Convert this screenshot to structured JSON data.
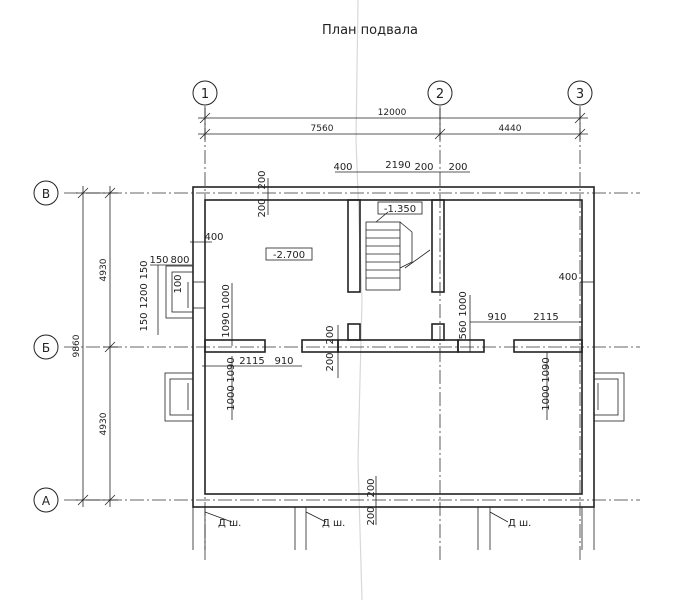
{
  "title": "План подвала",
  "axes": {
    "vertical": [
      "1",
      "2",
      "3"
    ],
    "horizontal": [
      "В",
      "Б",
      "А"
    ]
  },
  "dims": {
    "top_total": "12000",
    "top_left": "7560",
    "top_right": "4440",
    "left_total": "9860",
    "left_upper": "4930",
    "left_lower": "4930",
    "opening_top_400": "400",
    "opening_top_2190": "2190",
    "opening_top_200a": "200",
    "opening_top_200b": "200",
    "wall_200_top": "200",
    "wall_200_top2": "200",
    "win_400": "400",
    "win_150a": "150",
    "win_800": "800",
    "win_100": "100",
    "win_150b": "150",
    "win_1200": "1200",
    "win_150c": "150",
    "win_1090": "1090",
    "win_1000": "1000",
    "partition_200a": "200",
    "partition_200b": "200",
    "partition_560": "560",
    "partition_1000": "1000",
    "partition_910a": "910",
    "partition_2115a": "2115",
    "partition_2115b": "2115",
    "partition_910b": "910",
    "right_400": "400",
    "left_1000": "1000",
    "left_1090": "1090",
    "right_1000": "1000",
    "right_1090": "1090",
    "bottom_200a": "200",
    "bottom_200b": "200"
  },
  "levels": {
    "main": "-2.700",
    "stair": "-1.350"
  },
  "footings": [
    "Д ш.",
    "Д ш.",
    "Д ш."
  ]
}
